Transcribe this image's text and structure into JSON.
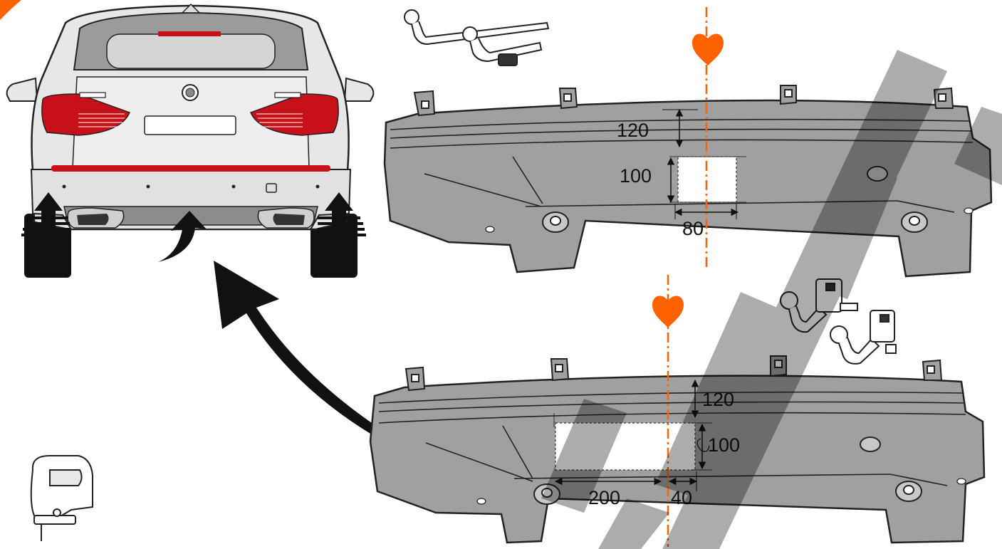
{
  "colors": {
    "accent": "#ff6200",
    "panel": "#a0a0a0",
    "panel_dark": "#8c8c8c",
    "outline": "#222222",
    "car_body": "#e7e7e7",
    "car_glass": "#9b9b9b",
    "tail_light": "#c8101a",
    "watermark": "#000000"
  },
  "icons": {
    "top_hitch": "detachable-towbar-icon",
    "bottom_hitch": "electric-towbar-icon",
    "tool": "jigsaw-icon",
    "marker": "heart-center-marker-icon"
  },
  "top_panel": {
    "dim_height_from_top": "120",
    "dim_cutout_height": "100",
    "dim_cutout_width": "80"
  },
  "bottom_panel": {
    "dim_height_from_top": "120",
    "dim_cutout_height": "100",
    "dim_cutout_left_width": "200",
    "dim_cutout_right_width": "40"
  }
}
